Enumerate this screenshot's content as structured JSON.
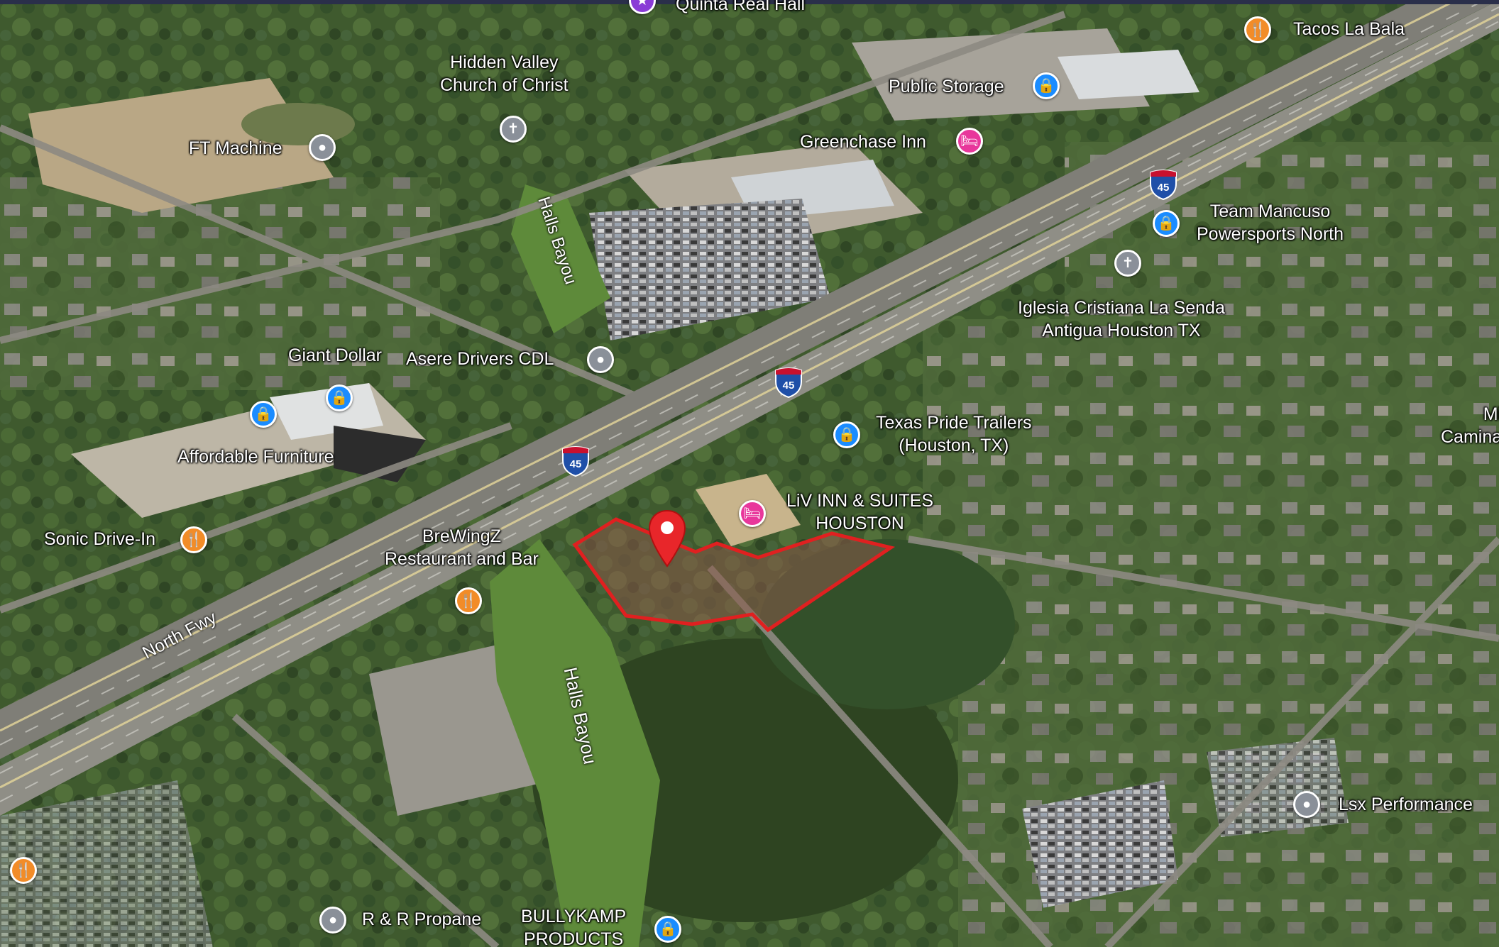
{
  "colors": {
    "parcel_outline": "#e02020",
    "pin_red": "#e8262a",
    "shopping_blue": "#1a8cff",
    "food_orange": "#f28c28",
    "lodging_pink": "#e8379b",
    "place_gray": "#8a9099",
    "worship_gray": "#8a9099",
    "interstate_blue": "#1f4fa8",
    "entertainment_purple": "#8a3bd6"
  },
  "places": [
    {
      "name": "Quinta Real Hall",
      "icon": "event-icon"
    },
    {
      "name": "Tacos La Bala",
      "icon": "food-icon"
    },
    {
      "name": "Hidden Valley\nChurch of Christ",
      "icon": "church-icon"
    },
    {
      "name": "Public Storage",
      "icon": "shopping-icon"
    },
    {
      "name": "FT Machine",
      "icon": "place-icon"
    },
    {
      "name": "Greenchase Inn",
      "icon": "lodging-icon"
    },
    {
      "name": "Team Mancuso\nPowersports North",
      "icon": "shopping-icon"
    },
    {
      "name": "Iglesia Cristiana La Senda\nAntigua Houston TX",
      "icon": "church-icon"
    },
    {
      "name": "Giant Dollar",
      "icon": "shopping-icon"
    },
    {
      "name": "Asere Drivers CDL",
      "icon": "place-icon"
    },
    {
      "name": "Affordable Furniture",
      "icon": "shopping-icon"
    },
    {
      "name": "Texas Pride Trailers\n(Houston, TX)",
      "icon": "shopping-icon"
    },
    {
      "name": "Mi\nCamina",
      "icon": "place-icon"
    },
    {
      "name": "LiV INN & SUITES\nHOUSTON",
      "icon": "lodging-icon"
    },
    {
      "name": "Sonic Drive-In",
      "icon": "food-icon"
    },
    {
      "name": "BreWingZ\nRestaurant and Bar",
      "icon": "food-icon"
    },
    {
      "name": "Lsx Performance",
      "icon": "place-icon"
    },
    {
      "name": "R & R Propane",
      "icon": "place-icon"
    },
    {
      "name": "BULLYKAMP\nPRODUCTS",
      "icon": "shopping-icon"
    }
  ],
  "roads": {
    "freeway": "North Fwy",
    "interstate_number": "45",
    "bayou_upper": "Halls Bayou",
    "bayou_lower": "Halls Bayou"
  },
  "marker": {
    "icon": "location-pin-icon"
  }
}
